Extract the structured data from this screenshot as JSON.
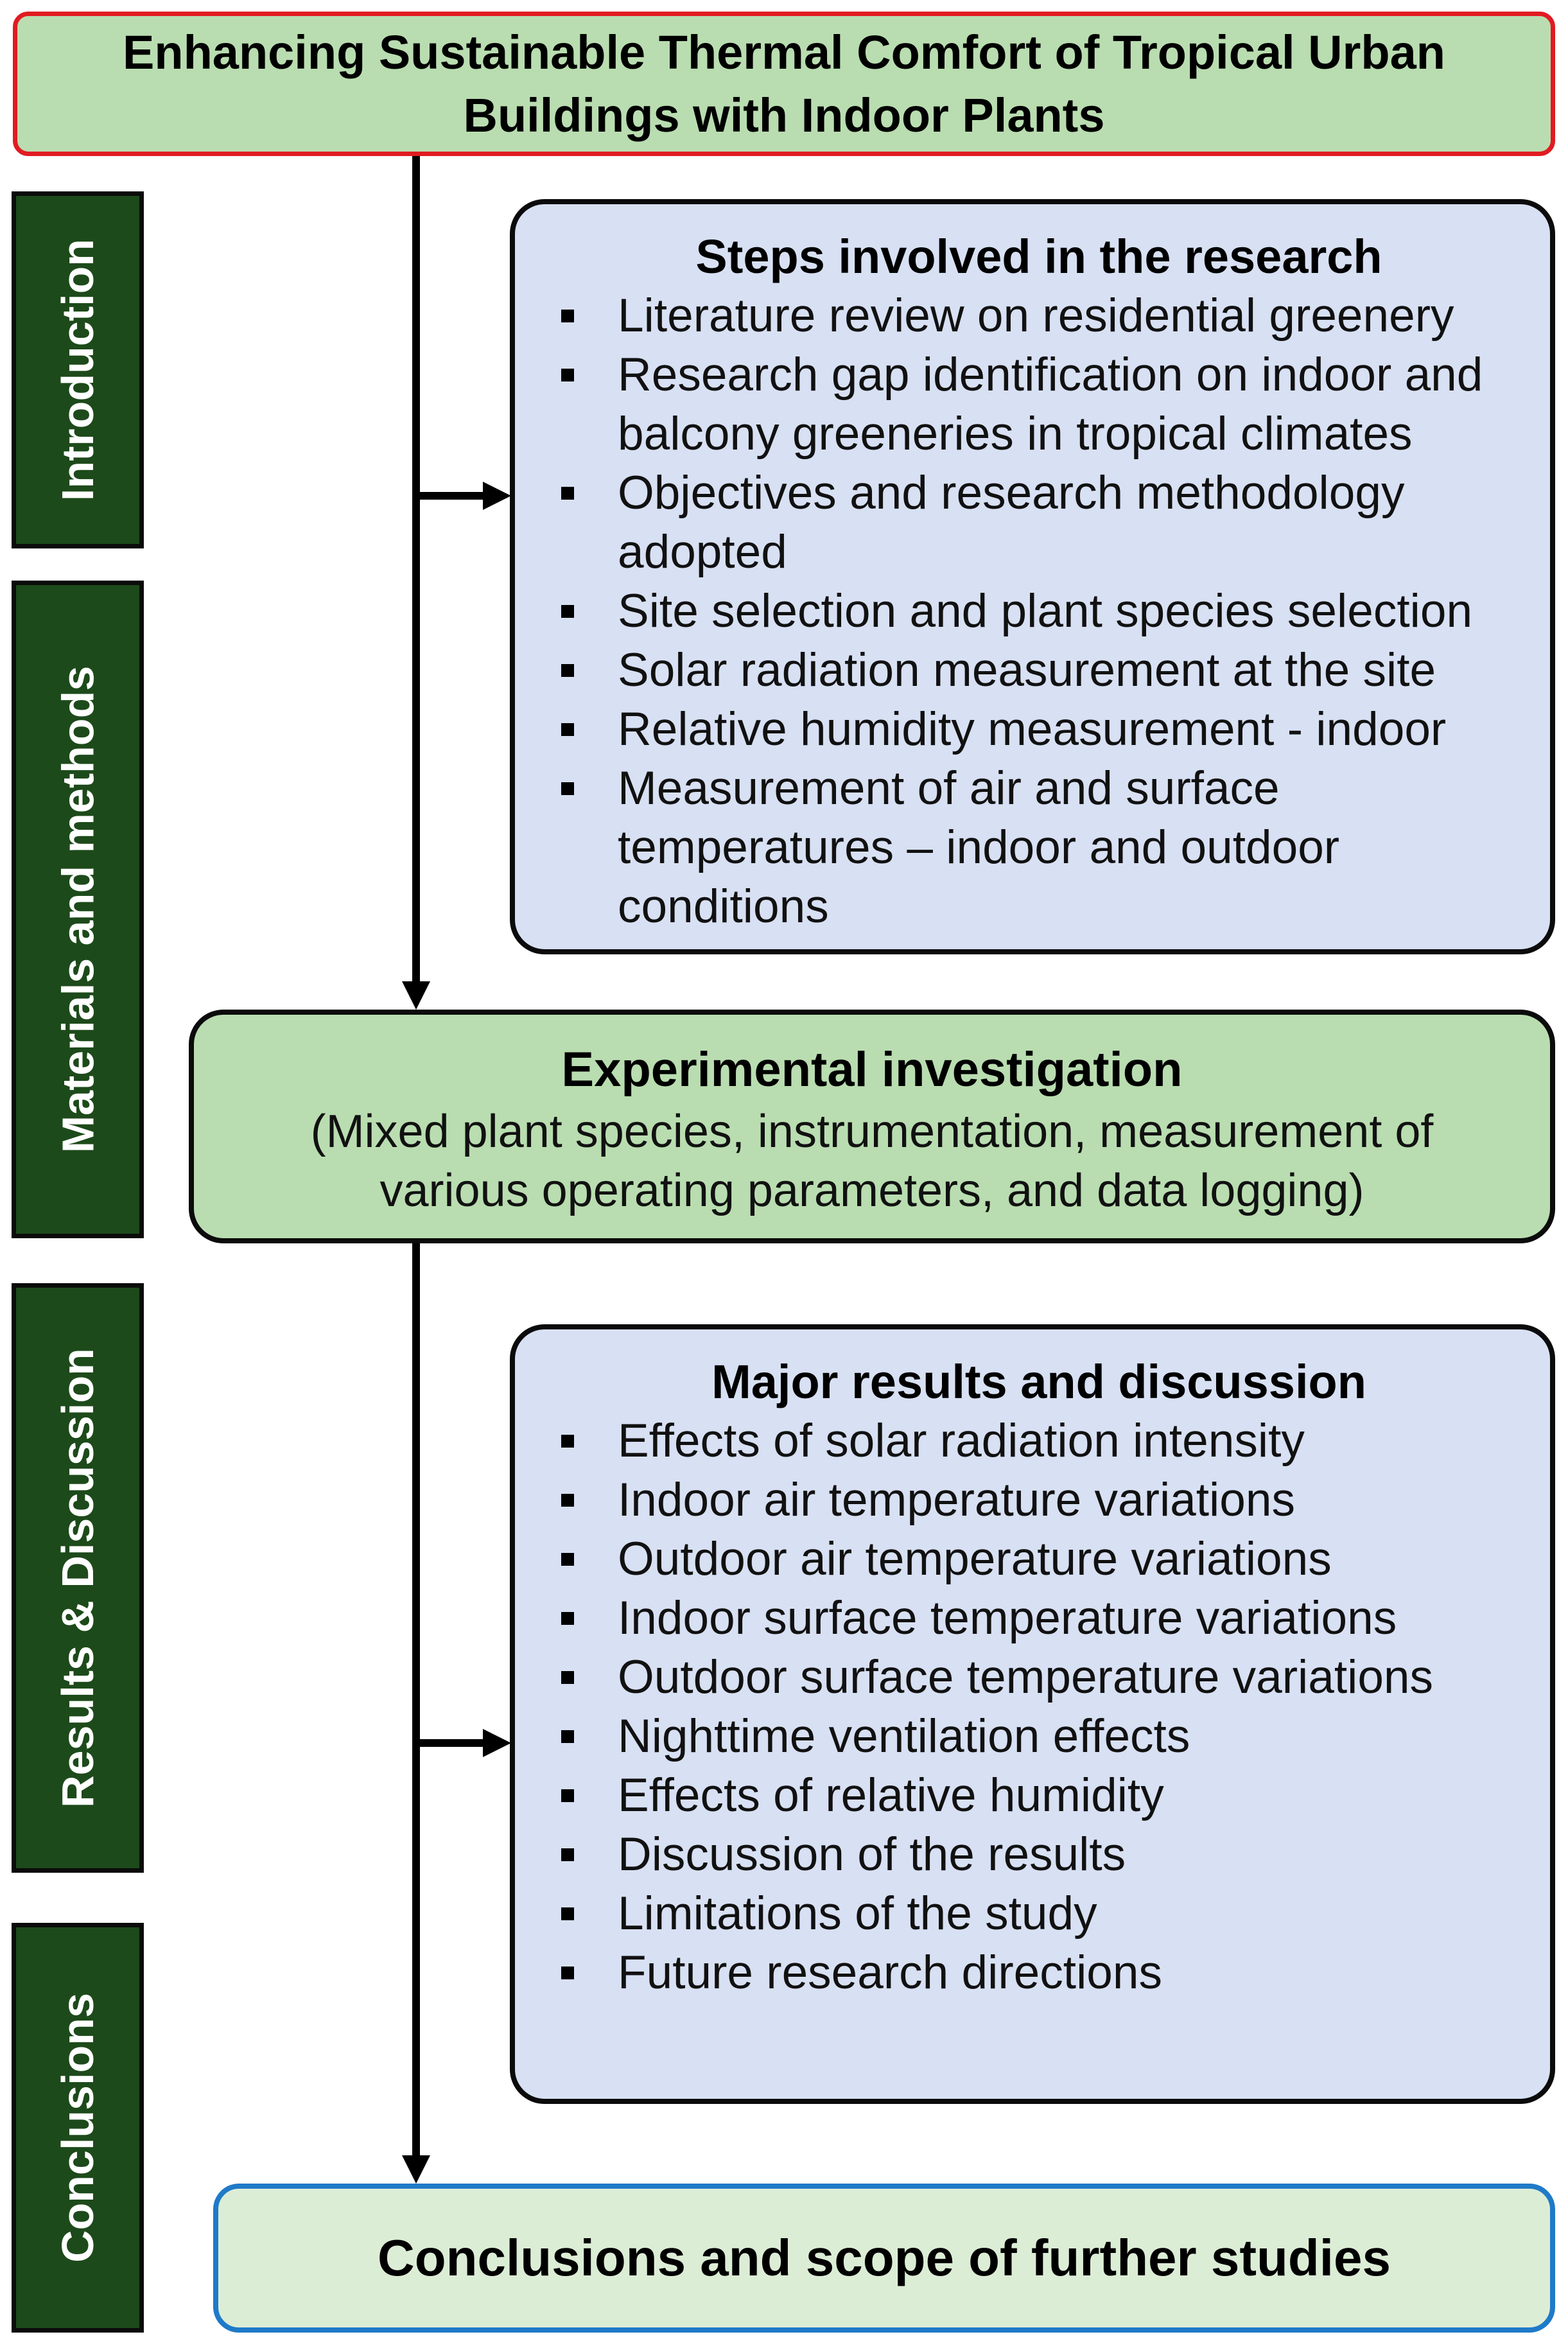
{
  "title": "Enhancing Sustainable Thermal Comfort of Tropical Urban Buildings with Indoor Plants",
  "sidebar": {
    "introduction": "Introduction",
    "materials": "Materials and methods",
    "results": "Results & Discussion",
    "conclusions": "Conclusions"
  },
  "steps": {
    "heading": "Steps involved in the research",
    "items": [
      "Literature review on residential greenery",
      "Research gap identification on indoor and balcony greeneries in tropical climates",
      "Objectives and research methodology adopted",
      "Site selection and plant species selection",
      "Solar radiation measurement at the site",
      "Relative humidity measurement - indoor",
      "Measurement of air and surface temperatures – indoor and outdoor conditions"
    ]
  },
  "experimental": {
    "title": "Experimental investigation",
    "subtitle": "(Mixed plant species, instrumentation, measurement of various operating parameters, and data logging)"
  },
  "results": {
    "heading": "Major results and discussion",
    "items": [
      "Effects of solar radiation intensity",
      "Indoor air temperature variations",
      "Outdoor air temperature variations",
      "Indoor surface temperature variations",
      "Outdoor surface temperature variations",
      "Nighttime ventilation effects",
      "Effects of relative humidity",
      "Discussion of the results",
      "Limitations of the study",
      "Future research directions"
    ]
  },
  "conclusion": "Conclusions and scope of further studies"
}
